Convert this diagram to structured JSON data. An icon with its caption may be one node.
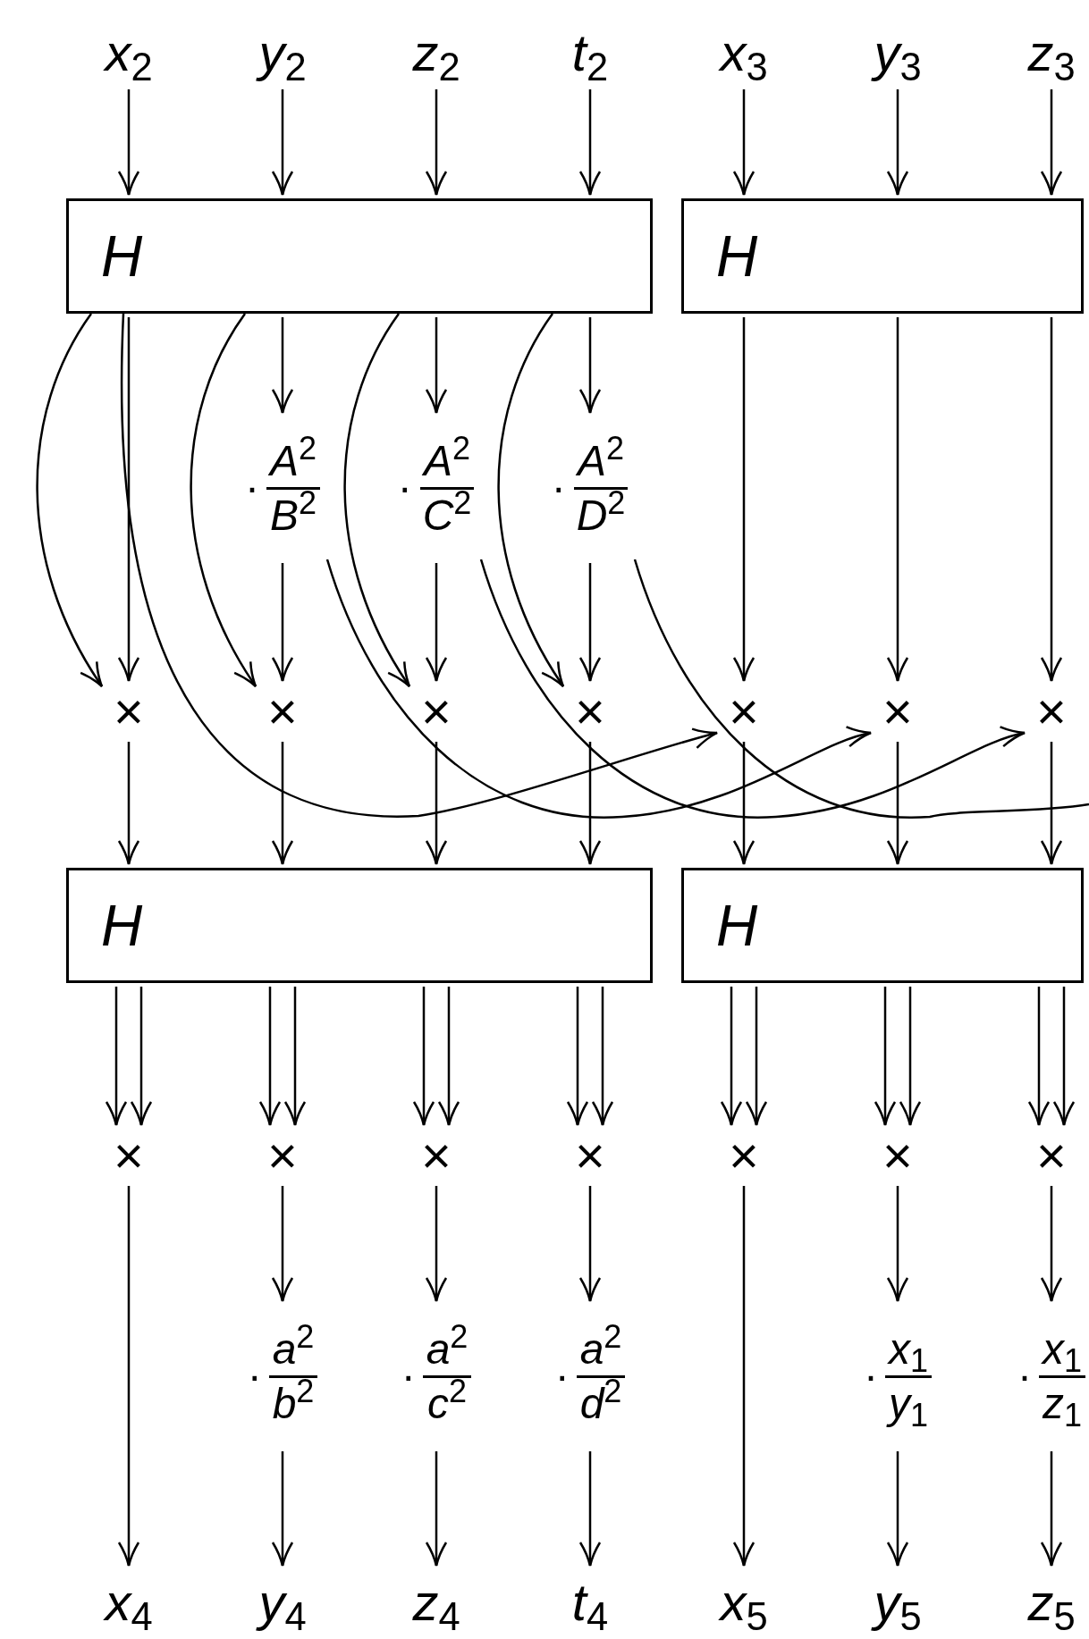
{
  "diagram": {
    "nodes": [
      {
        "text": [
          "*x*$_{2}$"
        ]
      },
      {
        "text": [
          "*y*$_{2}$"
        ]
      },
      {
        "text": [
          "*z*$_{2}$"
        ]
      },
      {
        "text": [
          "*t*$_{2}$"
        ]
      },
      {
        "text": [
          "*x*$_{3}$"
        ]
      },
      {
        "text": [
          "*y*$_{3}$"
        ]
      },
      {
        "text": [
          "*z*$_{3}$"
        ]
      },
      {
        "text": [
          "H"
        ]
      },
      {
        "text": [
          "H"
        ]
      },
      {
        "text": [
          "·",
          "*A*$^{2}$",
          "*B*$^{2}$"
        ]
      },
      {
        "text": [
          "·",
          "*A*$^{2}$",
          "*C*$^{2}$"
        ]
      },
      {
        "text": [
          "·",
          "*A*$^{2}$",
          "*D*$^{2}$"
        ]
      },
      {
        "text": [
          "×"
        ]
      },
      {
        "text": [
          "×"
        ]
      },
      {
        "text": [
          "×"
        ]
      },
      {
        "text": [
          "×"
        ]
      },
      {
        "text": [
          "×"
        ]
      },
      {
        "text": [
          "×"
        ]
      },
      {
        "text": [
          "×"
        ]
      },
      {
        "text": [
          "H"
        ]
      },
      {
        "text": [
          "H"
        ]
      },
      {
        "text": [
          "×"
        ]
      },
      {
        "text": [
          "×"
        ]
      },
      {
        "text": [
          "×"
        ]
      },
      {
        "text": [
          "×"
        ]
      },
      {
        "text": [
          "×"
        ]
      },
      {
        "text": [
          "×"
        ]
      },
      {
        "text": [
          "×"
        ]
      },
      {
        "text": [
          "·",
          "*a*$^{2}$",
          "*b*$^{2}$"
        ]
      },
      {
        "text": [
          "·",
          "*a*$^{2}$",
          "*c*$^{2}$"
        ]
      },
      {
        "text": [
          "·",
          "*a*$^{2}$",
          "*d*$^{2}$"
        ]
      },
      {
        "text": [
          "·",
          "*x*$_{1}$",
          "*y*$_{1}$"
        ]
      },
      {
        "text": [
          "·",
          "*x*$_{1}$",
          "*z*$_{1}$"
        ]
      },
      {
        "text": [
          "*x*$_{4}$"
        ]
      },
      {
        "text": [
          "*y*$_{4}$"
        ]
      },
      {
        "text": [
          "*z*$_{4}$"
        ]
      },
      {
        "text": [
          "*t*$_{4}$"
        ]
      },
      {
        "text": [
          "*x*$_{5}$"
        ]
      },
      {
        "text": [
          "*y*$_{5}$"
        ]
      },
      {
        "text": [
          "*z*$_{5}$"
        ]
      }
    ],
    "edges": [
      {
        "from": 0,
        "to": 7,
        "arrow": "to"
      },
      {
        "from": 1,
        "to": 7,
        "arrow": "to"
      },
      {
        "from": 2,
        "to": 7,
        "arrow": "to"
      },
      {
        "from": 3,
        "to": 7,
        "arrow": "to"
      },
      {
        "from": 4,
        "to": 8,
        "arrow": "to"
      },
      {
        "from": 5,
        "to": 8,
        "arrow": "to"
      },
      {
        "from": 6,
        "to": 8,
        "arrow": "to"
      },
      {
        "from": 7,
        "to": 12,
        "arrow": "to"
      },
      {
        "from": 7,
        "to": 12,
        "arrow": "to"
      },
      {
        "from": 7,
        "to": 9,
        "arrow": "to"
      },
      {
        "from": 7,
        "to": 10,
        "arrow": "to"
      },
      {
        "from": 7,
        "to": 11,
        "arrow": "to"
      },
      {
        "from": 7,
        "to": 13,
        "arrow": "to"
      },
      {
        "from": 7,
        "to": 14,
        "arrow": "to"
      },
      {
        "from": 7,
        "to": 15,
        "arrow": "to"
      },
      {
        "from": 7,
        "to": 16,
        "arrow": "to"
      },
      {
        "from": 9,
        "to": 13,
        "arrow": "to"
      },
      {
        "from": 10,
        "to": 14,
        "arrow": "to"
      },
      {
        "from": 11,
        "to": 15,
        "arrow": "to"
      },
      {
        "from": 9,
        "to": 17,
        "arrow": "to"
      },
      {
        "from": 10,
        "to": 18,
        "arrow": "to"
      },
      {
        "from": 11,
        "to": null,
        "arrow": "none"
      },
      {
        "from": 8,
        "to": 16,
        "arrow": "to"
      },
      {
        "from": 8,
        "to": 17,
        "arrow": "to"
      },
      {
        "from": 8,
        "to": 18,
        "arrow": "to"
      },
      {
        "from": 12,
        "to": 19,
        "arrow": "to"
      },
      {
        "from": 13,
        "to": 19,
        "arrow": "to"
      },
      {
        "from": 14,
        "to": 19,
        "arrow": "to"
      },
      {
        "from": 15,
        "to": 19,
        "arrow": "to"
      },
      {
        "from": 16,
        "to": 20,
        "arrow": "to"
      },
      {
        "from": 17,
        "to": 20,
        "arrow": "to"
      },
      {
        "from": 18,
        "to": 20,
        "arrow": "to"
      },
      {
        "from": 19,
        "to": 21,
        "arrow": "to"
      },
      {
        "from": 19,
        "to": 21,
        "arrow": "to"
      },
      {
        "from": 19,
        "to": 22,
        "arrow": "to"
      },
      {
        "from": 19,
        "to": 22,
        "arrow": "to"
      },
      {
        "from": 19,
        "to": 23,
        "arrow": "to"
      },
      {
        "from": 19,
        "to": 23,
        "arrow": "to"
      },
      {
        "from": 19,
        "to": 24,
        "arrow": "to"
      },
      {
        "from": 19,
        "to": 24,
        "arrow": "to"
      },
      {
        "from": 20,
        "to": 25,
        "arrow": "to"
      },
      {
        "from": 20,
        "to": 25,
        "arrow": "to"
      },
      {
        "from": 20,
        "to": 26,
        "arrow": "to"
      },
      {
        "from": 20,
        "to": 26,
        "arrow": "to"
      },
      {
        "from": 20,
        "to": 27,
        "arrow": "to"
      },
      {
        "from": 20,
        "to": 27,
        "arrow": "to"
      },
      {
        "from": 21,
        "to": 33,
        "arrow": "to"
      },
      {
        "from": 22,
        "to": 28,
        "arrow": "to"
      },
      {
        "from": 28,
        "to": 34,
        "arrow": "to"
      },
      {
        "from": 23,
        "to": 29,
        "arrow": "to"
      },
      {
        "from": 29,
        "to": 35,
        "arrow": "to"
      },
      {
        "from": 24,
        "to": 30,
        "arrow": "to"
      },
      {
        "from": 30,
        "to": 36,
        "arrow": "to"
      },
      {
        "from": 25,
        "to": 37,
        "arrow": "to"
      },
      {
        "from": 26,
        "to": 31,
        "arrow": "to"
      },
      {
        "from": 31,
        "to": 38,
        "arrow": "to"
      },
      {
        "from": 27,
        "to": 32,
        "arrow": "to"
      },
      {
        "from": 32,
        "to": 39,
        "arrow": "to"
      }
    ]
  }
}
